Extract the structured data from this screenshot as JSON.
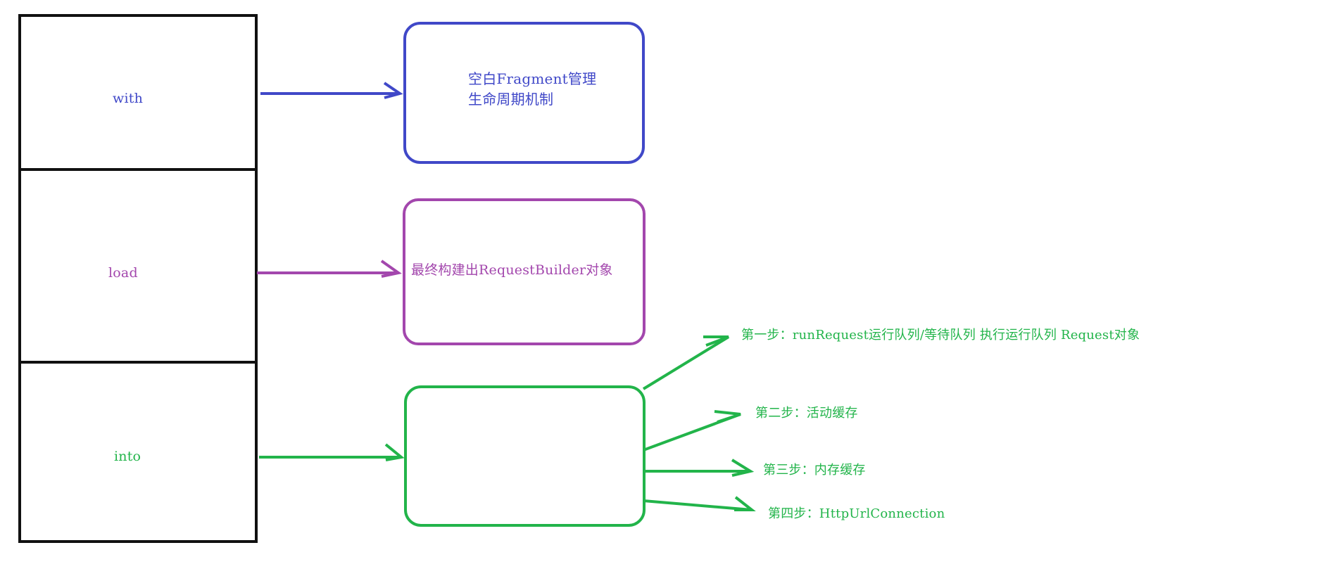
{
  "column_segments": [
    {
      "id": "with",
      "label": "with"
    },
    {
      "id": "load",
      "label": "load"
    },
    {
      "id": "into",
      "label": "into"
    }
  ],
  "boxes": {
    "with": {
      "text_line_1": "空白Fragment管理",
      "text_line_2": "生命周期机制"
    },
    "load": {
      "text": "最终构建出RequestBuilder对象"
    },
    "into": {
      "text": ""
    }
  },
  "steps": [
    {
      "label": "第一步：runRequest运行队列/等待队列 执行运行队列 Request对象"
    },
    {
      "label": "第二步：活动缓存"
    },
    {
      "label": "第三步：内存缓存"
    },
    {
      "label": "第四步：HttpUrlConnection"
    }
  ],
  "colors": {
    "outline": "#111111",
    "with": "#4048c8",
    "load": "#a347ad",
    "into": "#22b44a"
  }
}
